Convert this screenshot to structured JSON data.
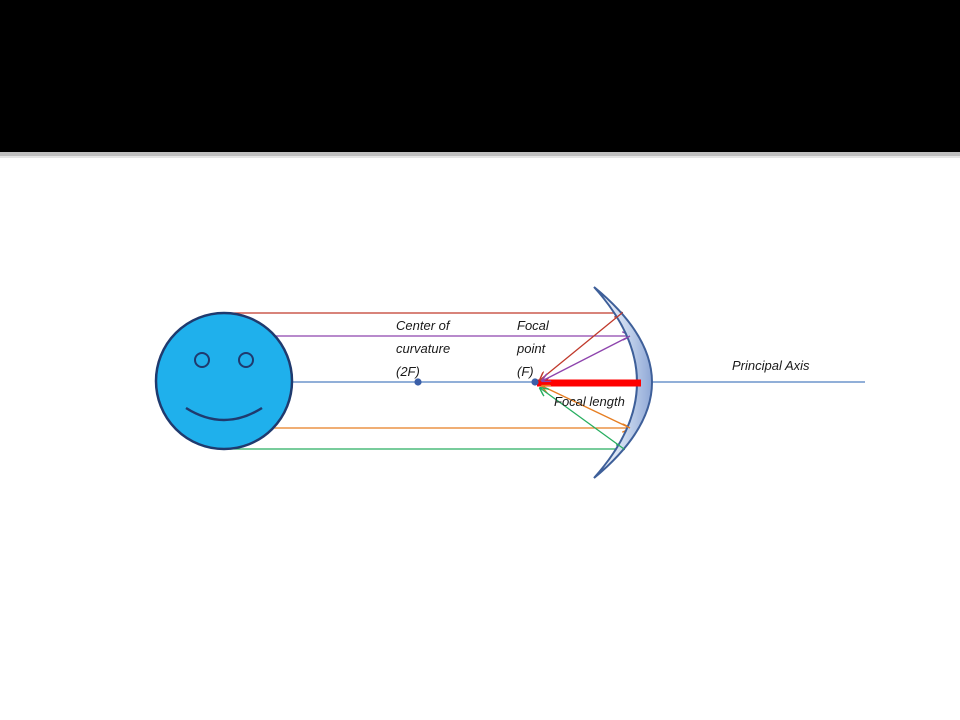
{
  "labels": {
    "center_line1": "Center of",
    "center_line2": "curvature",
    "center_line3": "(2F)",
    "focal_line1": "Focal",
    "focal_line2": "point",
    "focal_line3": "(F)",
    "focal_length": "Focal length",
    "principal_axis": "Principal Axis"
  },
  "colors": {
    "background_top": "#000000",
    "face_fill": "#1fb0ec",
    "face_stroke": "#1f3a6e",
    "axis": "#4f7fc0",
    "mirror_fill": "#c7d6ee",
    "mirror_stroke": "#3e5f99",
    "focal_length_bar": "#ff0000",
    "ray_red": "#c0392b",
    "ray_purple": "#8e44ad",
    "ray_orange": "#e67e22",
    "ray_green": "#27ae60"
  }
}
